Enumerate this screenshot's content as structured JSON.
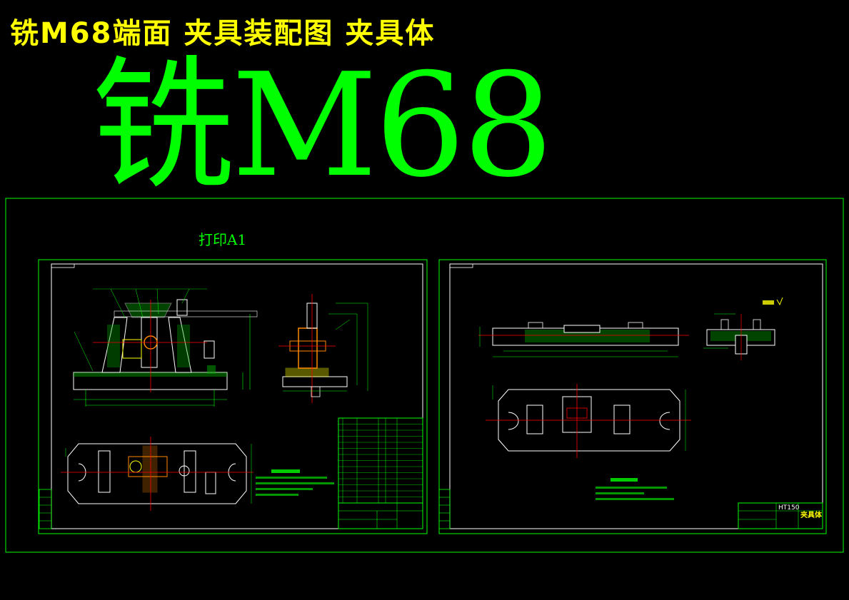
{
  "header": {
    "top_title": "铣M68端面 夹具装配图 夹具体",
    "big_title": "铣M68"
  },
  "sheet_note": "打印A1",
  "right_sheet": {
    "material": "HT150",
    "part_name": "夹具体"
  },
  "colors": {
    "background": "#000000",
    "frame": "#00ff00",
    "title_yellow": "#ffff00",
    "part_white": "#ffffff",
    "center_red": "#ff0000",
    "hatch": "#00ff00",
    "highlight_orange": "#ff8800"
  }
}
